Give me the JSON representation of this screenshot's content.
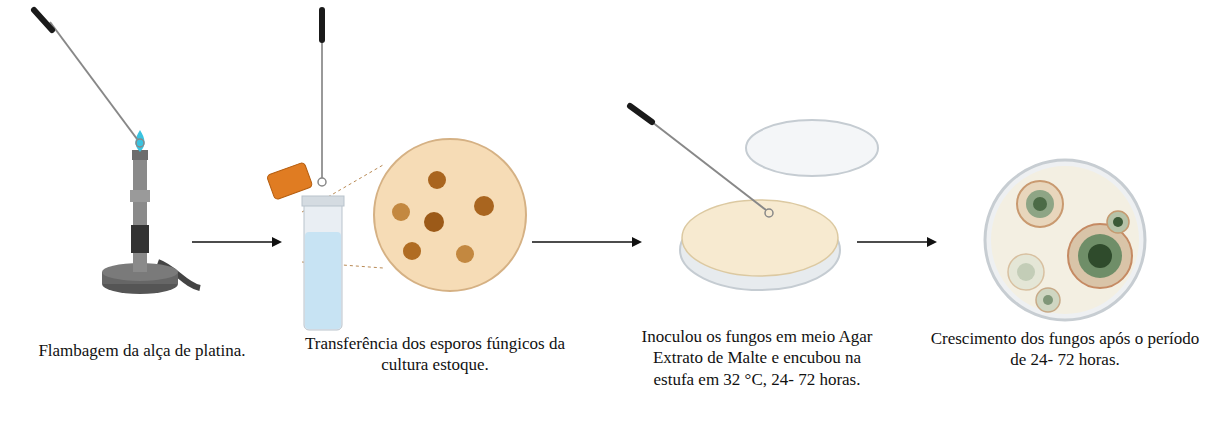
{
  "diagram": {
    "nodes": [
      {
        "text": [
          "Flambagem da alça de platina."
        ]
      },
      {
        "text": [
          "Transferência dos esporos fúngicos da cultura estoque."
        ]
      },
      {
        "text": [
          "Inoculou os fungos em meio Agar Extrato de Malte e encubou na estufa em 32 °C, 24- 72 horas."
        ]
      },
      {
        "text": [
          "Crescimento dos fungos após o período de 24- 72 horas."
        ]
      }
    ],
    "edges": [
      {
        "from": 0,
        "to": 1,
        "arrow": "to"
      },
      {
        "from": 1,
        "to": 2,
        "arrow": "to"
      },
      {
        "from": 2,
        "to": 3,
        "arrow": "to"
      }
    ]
  }
}
